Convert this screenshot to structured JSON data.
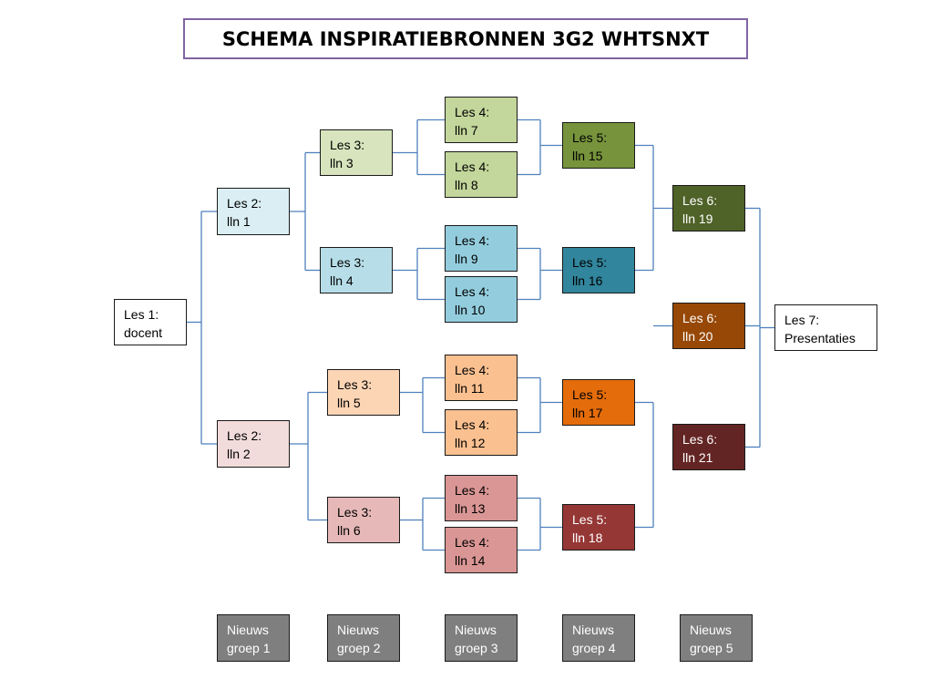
{
  "title": "SCHEMA INSPIRATIEBRONNEN 3G2 WHTSNXT",
  "nodes": [
    {
      "id": "les1",
      "line1": "Les 1:",
      "line2": "docent",
      "fill": "#ffffff",
      "text_color": "#000000"
    },
    {
      "id": "l2-1",
      "line1": "Les 2:",
      "line2": "lln 1",
      "fill": "#daeef3",
      "text_color": "#000000"
    },
    {
      "id": "l2-2",
      "line1": "Les 2:",
      "line2": "lln 2",
      "fill": "#f2dcdb",
      "text_color": "#000000"
    },
    {
      "id": "l3-3",
      "line1": "Les 3:",
      "line2": "lln 3",
      "fill": "#d7e4bd",
      "text_color": "#000000"
    },
    {
      "id": "l3-4",
      "line1": "Les 3:",
      "line2": "lln 4",
      "fill": "#b7dee8",
      "text_color": "#000000"
    },
    {
      "id": "l3-5",
      "line1": "Les 3:",
      "line2": "lln 5",
      "fill": "#fcd5b5",
      "text_color": "#000000"
    },
    {
      "id": "l3-6",
      "line1": "Les 3:",
      "line2": "lln 6",
      "fill": "#e6b9b8",
      "text_color": "#000000"
    },
    {
      "id": "l4-7",
      "line1": "Les 4:",
      "line2": "lln 7",
      "fill": "#c3d69b",
      "text_color": "#000000"
    },
    {
      "id": "l4-8",
      "line1": "Les 4:",
      "line2": "lln 8",
      "fill": "#c3d69b",
      "text_color": "#000000"
    },
    {
      "id": "l4-9",
      "line1": "Les 4:",
      "line2": "lln 9",
      "fill": "#93cddd",
      "text_color": "#000000"
    },
    {
      "id": "l4-10",
      "line1": "Les 4:",
      "line2": "lln 10",
      "fill": "#93cddd",
      "text_color": "#000000"
    },
    {
      "id": "l4-11",
      "line1": "Les 4:",
      "line2": "lln 11",
      "fill": "#fac090",
      "text_color": "#000000"
    },
    {
      "id": "l4-12",
      "line1": "Les 4:",
      "line2": "lln 12",
      "fill": "#fac090",
      "text_color": "#000000"
    },
    {
      "id": "l4-13",
      "line1": "Les 4:",
      "line2": "lln 13",
      "fill": "#d99694",
      "text_color": "#000000"
    },
    {
      "id": "l4-14",
      "line1": "Les 4:",
      "line2": "lln 14",
      "fill": "#d99694",
      "text_color": "#000000"
    },
    {
      "id": "l5-15",
      "line1": "Les 5:",
      "line2": "lln 15",
      "fill": "#77933c",
      "text_color": "#000000"
    },
    {
      "id": "l5-16",
      "line1": "Les 5:",
      "line2": "lln 16",
      "fill": "#31859c",
      "text_color": "#000000"
    },
    {
      "id": "l5-17",
      "line1": "Les 5:",
      "line2": "lln 17",
      "fill": "#e46c0a",
      "text_color": "#000000"
    },
    {
      "id": "l5-18",
      "line1": "Les 5:",
      "line2": "lln 18",
      "fill": "#953735",
      "text_color": "#ffffff"
    },
    {
      "id": "l6-19",
      "line1": "Les 6:",
      "line2": "lln 19",
      "fill": "#4f6228",
      "text_color": "#ffffff"
    },
    {
      "id": "l6-20",
      "line1": "Les 6:",
      "line2": "lln 20",
      "fill": "#974806",
      "text_color": "#ffffff"
    },
    {
      "id": "l6-21",
      "line1": "Les 6:",
      "line2": "lln 21",
      "fill": "#632523",
      "text_color": "#ffffff"
    },
    {
      "id": "les7",
      "line1": "Les 7:",
      "line2": "Presentaties",
      "fill": "#ffffff",
      "text_color": "#000000"
    },
    {
      "id": "g1",
      "line1": "Nieuws",
      "line2": "groep 1",
      "fill": "#7f7f7f",
      "text_color": "#ffffff"
    },
    {
      "id": "g2",
      "line1": "Nieuws",
      "line2": "groep 2",
      "fill": "#7f7f7f",
      "text_color": "#ffffff"
    },
    {
      "id": "g3",
      "line1": "Nieuws",
      "line2": "groep 3",
      "fill": "#7f7f7f",
      "text_color": "#ffffff"
    },
    {
      "id": "g4",
      "line1": "Nieuws",
      "line2": "groep 4",
      "fill": "#7f7f7f",
      "text_color": "#ffffff"
    },
    {
      "id": "g5",
      "line1": "Nieuws",
      "line2": "groep 5",
      "fill": "#7f7f7f",
      "text_color": "#ffffff"
    }
  ],
  "connector_color": "#4f81bd"
}
